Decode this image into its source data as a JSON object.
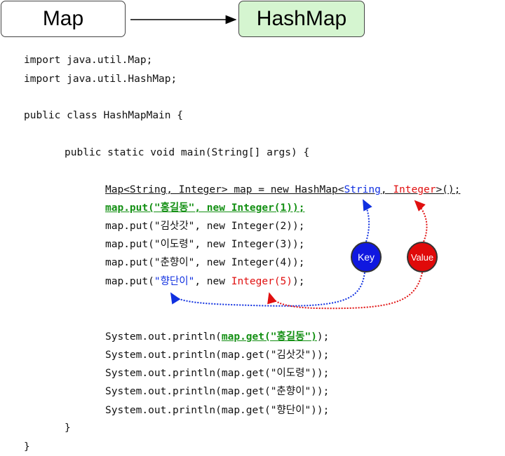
{
  "header": {
    "left_box": "Map",
    "right_box": "HashMap"
  },
  "code": {
    "import1": "import java.util.Map;",
    "import2": "import java.util.HashMap;",
    "class_decl": "public class HashMapMain {",
    "main_decl": "public static void main(String[] args) {",
    "decl_a": "Map<String, Integer> map = new HashMap<",
    "decl_key": "String",
    "decl_comma": ", ",
    "decl_val": "Integer",
    "decl_end": ">();",
    "put1": "map.put(\"홍길동\", new Integer(1));",
    "put2": "map.put(\"김삿갓\", new Integer(2));",
    "put3": "map.put(\"이도령\", new Integer(3));",
    "put4": "map.put(\"춘향이\", new Integer(4));",
    "put5_a": "map.put(",
    "put5_key": "\"향단이\"",
    "put5_mid": ", new ",
    "put5_val": "Integer(5)",
    "put5_end": ");",
    "print1_a": "System.out.println(",
    "print1_call": "map.get(\"홍길동\")",
    "print1_end": ");",
    "print2": "System.out.println(map.get(\"김삿갓\"));",
    "print3": "System.out.println(map.get(\"이도령\"));",
    "print4": "System.out.println(map.get(\"춘향이\"));",
    "print5": "System.out.println(map.get(\"향단이\"));",
    "close_main": "}",
    "close_class": "}"
  },
  "labels": {
    "key": "Key",
    "value": "Value"
  },
  "colors": {
    "key": "#1030e0",
    "value": "#e01010",
    "highlight": "#149014",
    "hashmap_fill": "#d5f5d0"
  }
}
